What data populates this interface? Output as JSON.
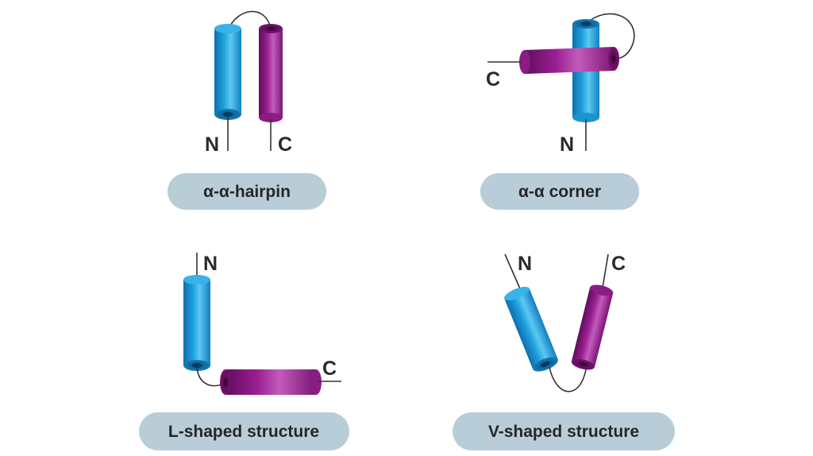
{
  "colors": {
    "blue_helix": "#1ea0dc",
    "purple_helix": "#9a1f92",
    "pill_background": "#b9cdd8",
    "connector": "#333333"
  },
  "panels": [
    {
      "id": "alpha-alpha-hairpin",
      "caption": "α-α-hairpin",
      "terminus_n": "N",
      "terminus_c": "C"
    },
    {
      "id": "alpha-alpha-corner",
      "caption": "α-α corner",
      "terminus_n": "N",
      "terminus_c": "C"
    },
    {
      "id": "l-shaped-structure",
      "caption": "L-shaped structure",
      "terminus_n": "N",
      "terminus_c": "C"
    },
    {
      "id": "v-shaped-structure",
      "caption": "V-shaped structure",
      "terminus_n": "N",
      "terminus_c": "C"
    }
  ]
}
